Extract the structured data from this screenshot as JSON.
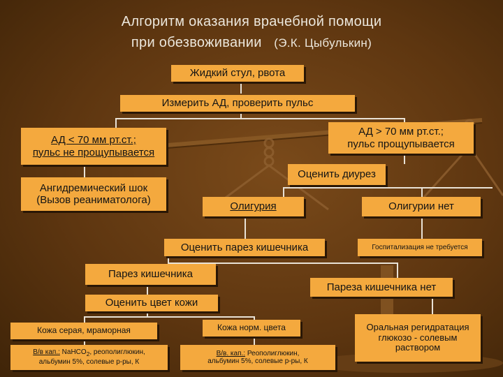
{
  "title": {
    "line1": "Алгоритм оказания врачебной помощи",
    "line2_main": "при обезвоживании",
    "line2_author": "(Э.К. Цыбулькин)"
  },
  "nodes": {
    "stool": "Жидкий стул, рвота",
    "measure": "Измерить АД, проверить пульс",
    "bp_low_1": "АД < 70 мм рт.ст.;",
    "bp_low_2": "пульс не прощупывается",
    "bp_high_1": "АД > 70 мм рт.ст.;",
    "bp_high_2": "пульс прощупывается",
    "shock_1": "Ангидремический шок",
    "shock_2": "(Вызов реаниматолога)",
    "diuresis": "Оценить диурез",
    "oliguria": "Олигурия",
    "no_oliguria": "Олигурии нет",
    "assess_paresis": "Оценить парез кишечника",
    "no_hospital": "Госпитализация не требуется",
    "paresis": "Парез кишечника",
    "no_paresis": "Пареза кишечника нет",
    "assess_skin": "Оценить цвет кожи",
    "skin_gray": "Кожа серая, мраморная",
    "skin_normal": "Кожа норм. цвета",
    "oral_1": "Оральная регидратация",
    "oral_2": "глюкозо - солевым",
    "oral_3": "раствором",
    "iv1_label": "В/в кап.:",
    "iv1_sub": "2",
    "iv1_text": ", реополиглюкин,",
    "iv1_line2": "альбумин 5%, солевые р-ры, К",
    "iv2_label": "В/в. кап.:",
    "iv2_text": "Реополиглюкин,",
    "iv2_line2": "альбумин 5%, солевые р-ры, К"
  },
  "colors": {
    "box": "#f4a93e",
    "background": "#5e3610",
    "title_text": "#ece7dc",
    "connector": "#e9e2d6"
  }
}
